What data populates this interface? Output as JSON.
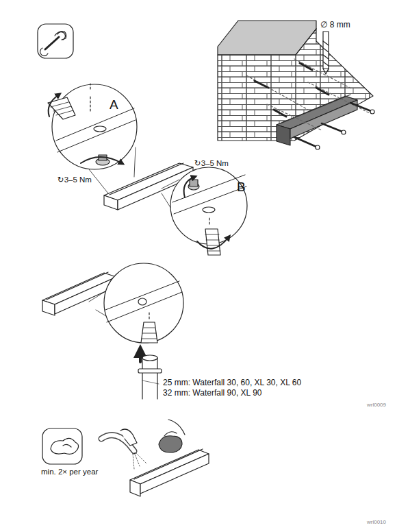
{
  "diagram": {
    "labels": [
      "∅ 8 mm",
      "A",
      "↻3–5 Nm",
      "↻3–5 Nm",
      "B",
      "25 mm: Waterfall 30, 60, XL 30, XL 60",
      "32 mm: Waterfall 90, XL 90",
      "wrl0009",
      "min. 2× per year",
      "wrl0010"
    ]
  }
}
